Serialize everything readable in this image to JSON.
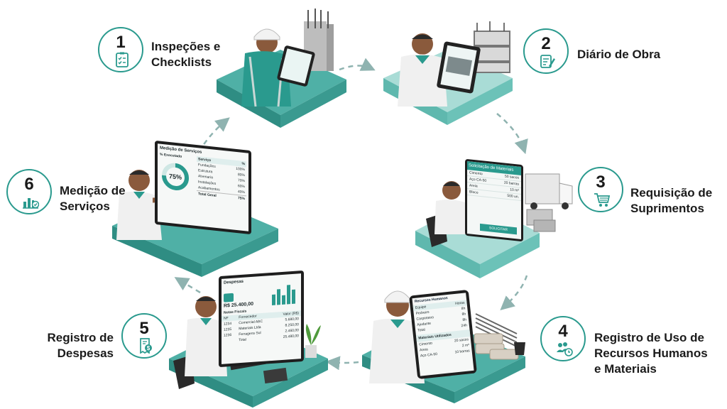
{
  "steps": [
    {
      "number": "1",
      "label_lines": [
        "Inspeções e",
        "Checklists"
      ],
      "icon": "clipboard-checklist-icon"
    },
    {
      "number": "2",
      "label_lines": [
        "Diário de Obra"
      ],
      "icon": "notepad-pencil-icon"
    },
    {
      "number": "3",
      "label_lines": [
        "Requisição de",
        "Suprimentos"
      ],
      "icon": "shopping-cart-icon"
    },
    {
      "number": "4",
      "label_lines": [
        "Registro de Uso de",
        "Recursos Humanos",
        "e Materiais"
      ],
      "icon": "team-clock-icon"
    },
    {
      "number": "5",
      "label_lines": [
        "Registro de",
        "Despesas"
      ],
      "icon": "receipt-dollar-icon"
    },
    {
      "number": "6",
      "label_lines": [
        "Medição de",
        "Serviços"
      ],
      "icon": "bar-chart-check-icon"
    }
  ],
  "screens": {
    "medicao": {
      "title": "Medição de Serviços",
      "pct_label": "% Executado",
      "donut_value": "75%",
      "donut_fraction": 0.75,
      "col_service": "Serviço",
      "col_pct": "%",
      "rows": [
        {
          "name": "Fundações",
          "pct": "100%"
        },
        {
          "name": "Estrutura",
          "pct": "80%"
        },
        {
          "name": "Alvenaria",
          "pct": "70%"
        },
        {
          "name": "Instalações",
          "pct": "60%"
        },
        {
          "name": "Acabamentos",
          "pct": "40%"
        }
      ],
      "total_label": "Total Geral",
      "total_value": "75%"
    },
    "requisicao": {
      "title": "Solicitação de Materiais",
      "rows": [
        {
          "name": "Cimento",
          "qty": "50 sacos"
        },
        {
          "name": "Aço CA-50",
          "qty": "20 barras"
        },
        {
          "name": "Areia",
          "qty": "10 m³"
        },
        {
          "name": "Bloco",
          "qty": "500 un."
        }
      ],
      "button": "SOLICITAR"
    },
    "recursos": {
      "title": "Recursos Humanos",
      "col_a": "Equipe",
      "col_b": "Horas",
      "rows": [
        {
          "name": "Pedreiro",
          "val": "8h"
        },
        {
          "name": "Carpinteiro",
          "val": "8h"
        },
        {
          "name": "Ajudante",
          "val": "8h"
        },
        {
          "name": "Total",
          "val": "24h"
        }
      ],
      "mat_title": "Materiais Utilizados",
      "mat_rows": [
        {
          "name": "Cimento",
          "val": "20 sacos"
        },
        {
          "name": "Areia",
          "val": "2 m³"
        },
        {
          "name": "Aço CA-50",
          "val": "10 barras"
        }
      ]
    },
    "despesas": {
      "title": "Despesas",
      "amount": "R$ 25.400,00",
      "bar_values": [
        0.55,
        0.8,
        0.45,
        0.95,
        0.7
      ],
      "notes_title": "Notas Fiscais",
      "col_nf": "NF",
      "col_forn": "Fornecedor",
      "col_val": "Valor (R$)",
      "rows": [
        {
          "nf": "1234",
          "forn": "Comercial ABC",
          "val": "5.680,00"
        },
        {
          "nf": "1235",
          "forn": "Materiais Ltda",
          "val": "8.250,00"
        },
        {
          "nf": "1236",
          "forn": "Ferragens Sul",
          "val": "2.460,00"
        },
        {
          "nf": "",
          "forn": "Total",
          "val": "25.480,00"
        }
      ]
    }
  },
  "colors": {
    "teal": "#2a9a8e",
    "teal_dark": "#1f7f75",
    "platform_top": "#4fb0a6",
    "platform_light": "#9fd6d0",
    "arrow": "#8fb3b0"
  }
}
